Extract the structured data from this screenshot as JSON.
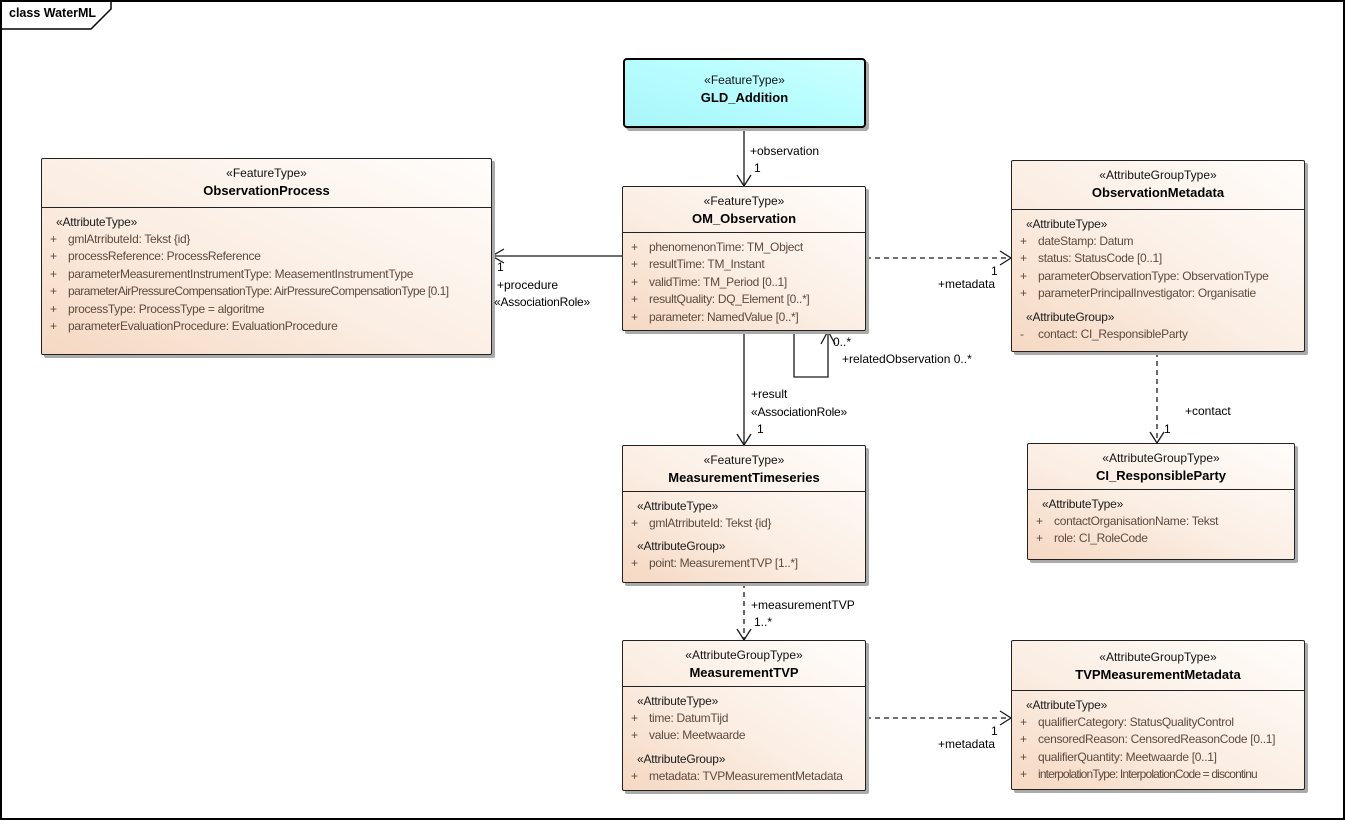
{
  "frame": {
    "label": "class WaterML"
  },
  "colors": {
    "class_fill_peach": "#f5d8c2",
    "class_fill_cyan": "#b3feff",
    "class_border": "#222222",
    "attribute_text": "#5d4a3e",
    "shadow": "#aaaaaa"
  },
  "classes": {
    "gld": {
      "stereotype": "«FeatureType»",
      "name": "GLD_Addition"
    },
    "om": {
      "stereotype": "«FeatureType»",
      "name": "OM_Observation",
      "rows": [
        {
          "vis": "+",
          "text": "phenomenonTime: TM_Object"
        },
        {
          "vis": "+",
          "text": "resultTime: TM_Instant"
        },
        {
          "vis": "+",
          "text": "validTime: TM_Period [0..1]"
        },
        {
          "vis": "+",
          "text": "resultQuality: DQ_Element [0..*]"
        },
        {
          "vis": "+",
          "text": "parameter: NamedValue [0..*]"
        }
      ]
    },
    "op": {
      "stereotype": "«FeatureType»",
      "name": "ObservationProcess",
      "section1": "«AttributeType»",
      "rows": [
        {
          "vis": "+",
          "text": "gmlAtrributeId: Tekst {id}"
        },
        {
          "vis": "+",
          "text": "processReference: ProcessReference"
        },
        {
          "vis": "+",
          "text": "parameterMeasurementInstrumentType: MeasementInstrumentType"
        },
        {
          "vis": "+",
          "text": "parameterAirPressureCompensationType: AirPressureCompensationType [0.1]"
        },
        {
          "vis": "+",
          "text": "processType: ProcessType = algoritme"
        },
        {
          "vis": "+",
          "text": "parameterEvaluationProcedure: EvaluationProcedure"
        }
      ]
    },
    "omd": {
      "stereotype": "«AttributeGroupType»",
      "name": "ObservationMetadata",
      "section1": "«AttributeType»",
      "rows1": [
        {
          "vis": "+",
          "text": "dateStamp: Datum"
        },
        {
          "vis": "+",
          "text": "status: StatusCode [0..1]"
        },
        {
          "vis": "+",
          "text": "parameterObservationType: ObservationType"
        },
        {
          "vis": "+",
          "text": "parameterPrincipalInvestigator: Organisatie"
        }
      ],
      "section2": "«AttributeGroup»",
      "rows2": [
        {
          "vis": "-",
          "text": "contact: CI_ResponsibleParty"
        }
      ]
    },
    "mts": {
      "stereotype": "«FeatureType»",
      "name": "MeasurementTimeseries",
      "section1": "«AttributeType»",
      "rows1": [
        {
          "vis": "+",
          "text": "gmlAtrributeId: Tekst {id}"
        }
      ],
      "section2": "«AttributeGroup»",
      "rows2": [
        {
          "vis": "+",
          "text": "point: MeasurementTVP [1..*]"
        }
      ]
    },
    "crp": {
      "stereotype": "«AttributeGroupType»",
      "name": "CI_ResponsibleParty",
      "section1": "«AttributeType»",
      "rows": [
        {
          "vis": "+",
          "text": "contactOrganisationName: Tekst"
        },
        {
          "vis": "+",
          "text": "role: CI_RoleCode"
        }
      ]
    },
    "mtvp": {
      "stereotype": "«AttributeGroupType»",
      "name": "MeasurementTVP",
      "section1": "«AttributeType»",
      "rows1": [
        {
          "vis": "+",
          "text": "time: DatumTijd"
        },
        {
          "vis": "+",
          "text": "value: Meetwaarde"
        }
      ],
      "section2": "«AttributeGroup»",
      "rows2": [
        {
          "vis": "+",
          "text": "metadata: TVPMeasurementMetadata"
        }
      ]
    },
    "tvpm": {
      "stereotype": "«AttributeGroupType»",
      "name": "TVPMeasurementMetadata",
      "section1": "«AttributeType»",
      "rows": [
        {
          "vis": "+",
          "text": "qualifierCategory: StatusQualityControl"
        },
        {
          "vis": "+",
          "text": "censoredReason: CensoredReasonCode [0..1]"
        },
        {
          "vis": "+",
          "text": "qualifierQuantity: Meetwaarde [0..1]"
        },
        {
          "vis": "+",
          "text": "interpolationType: InterpolationCode = discontinu"
        }
      ]
    }
  },
  "connectors": {
    "observation": {
      "role": "+observation",
      "mult": "1"
    },
    "procedure": {
      "mult": "1",
      "role": "+procedure",
      "stereo": "«AssociationRole»"
    },
    "metadata_om": {
      "mult": "1",
      "role": "+metadata"
    },
    "related": {
      "mult": "0..*",
      "role": "+relatedObservation 0..*"
    },
    "result": {
      "role": "+result",
      "stereo": "«AssociationRole»",
      "mult": "1"
    },
    "contact": {
      "role": "+contact",
      "mult": "1"
    },
    "measurement_tvp": {
      "role": "+measurementTVP",
      "mult": "1..*"
    },
    "metadata_tvp": {
      "mult": "1",
      "role": "+metadata"
    }
  }
}
